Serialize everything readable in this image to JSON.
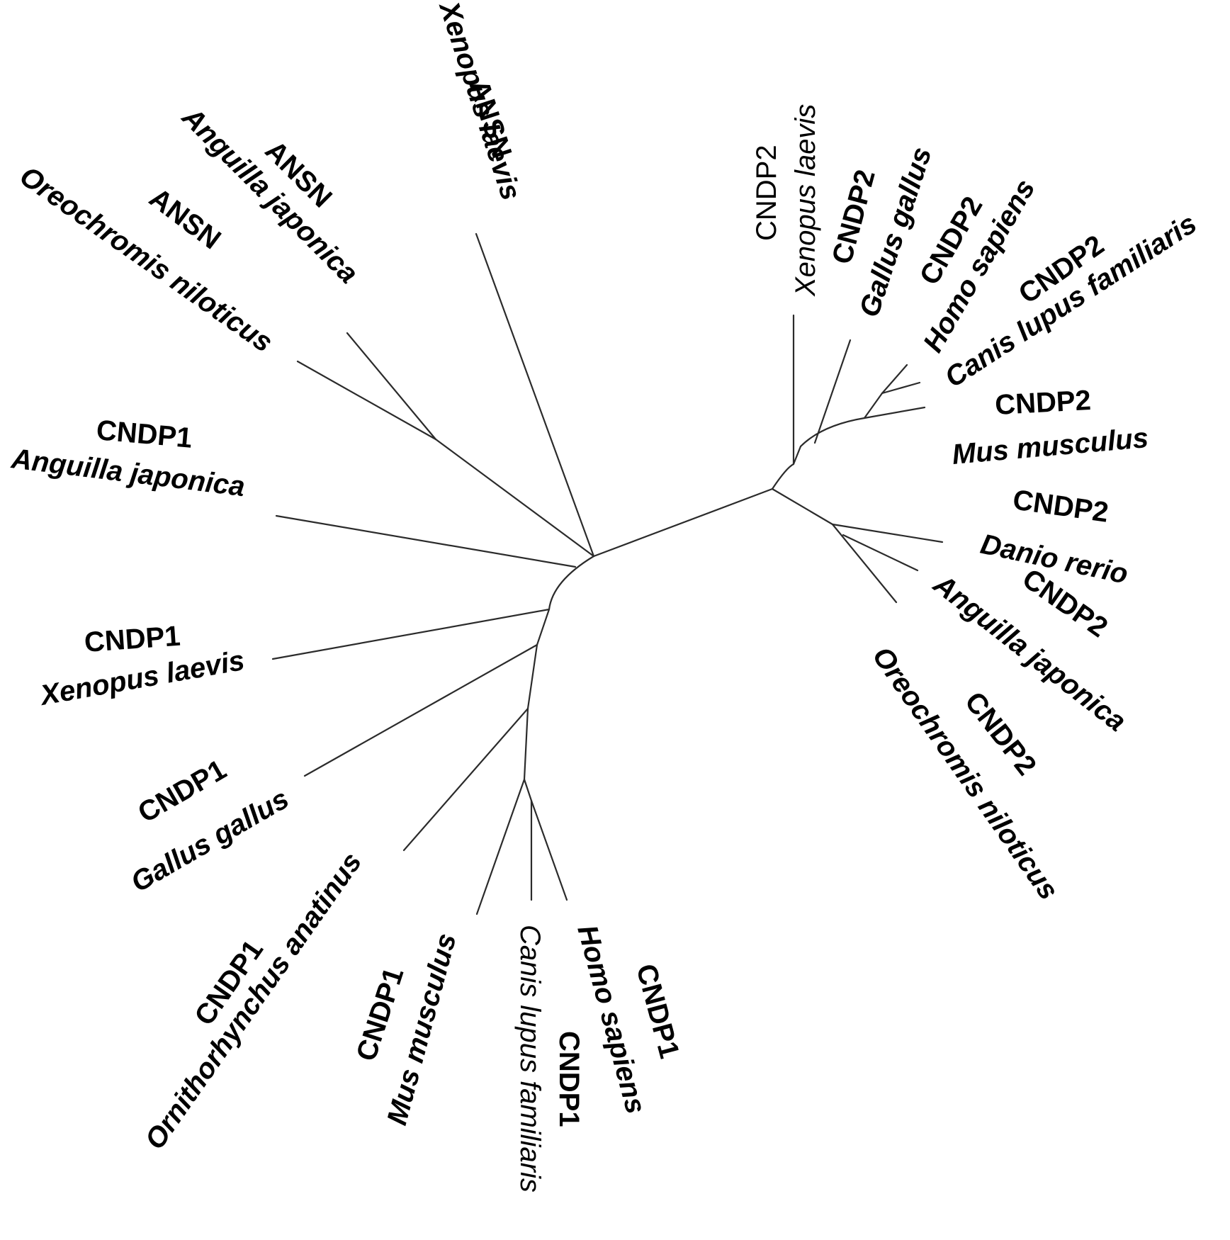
{
  "taxa": [
    {
      "id": "ansn-xenopus",
      "gene": "ANSN",
      "species": "Xenopus laevis"
    },
    {
      "id": "ansn-anguilla",
      "gene": "ANSN",
      "species": "Anguilla japonica"
    },
    {
      "id": "ansn-oreochromis",
      "gene": "ANSN",
      "species": "Oreochromis niloticus"
    },
    {
      "id": "cndp1-anguilla",
      "gene": "CNDP1",
      "species": "Anguilla japonica"
    },
    {
      "id": "cndp1-xenopus",
      "gene": "CNDP1",
      "species": "Xenopus laevis"
    },
    {
      "id": "cndp1-gallus",
      "gene": "CNDP1",
      "species": "Gallus gallus"
    },
    {
      "id": "cndp1-ornithorhynchus",
      "gene": "CNDP1",
      "species": "Ornithorhynchus anatinus"
    },
    {
      "id": "cndp1-mus",
      "gene": "CNDP1",
      "species": "Mus musculus"
    },
    {
      "id": "cndp1-canis",
      "gene": "CNDP1",
      "species": "Canis lupus familiaris"
    },
    {
      "id": "cndp1-homo",
      "gene": "CNDP1",
      "species": "Homo sapiens"
    },
    {
      "id": "cndp2-xenopus",
      "gene": "CNDP2",
      "species": "Xenopus laevis"
    },
    {
      "id": "cndp2-gallus",
      "gene": "CNDP2",
      "species": "Gallus gallus"
    },
    {
      "id": "cndp2-homo",
      "gene": "CNDP2",
      "species": "Homo sapiens"
    },
    {
      "id": "cndp2-canis",
      "gene": "CNDP2",
      "species": "Canis lupus familiaris"
    },
    {
      "id": "cndp2-mus",
      "gene": "CNDP2",
      "species": "Mus musculus"
    },
    {
      "id": "cndp2-danio",
      "gene": "CNDP2",
      "species": "Danio rerio"
    },
    {
      "id": "cndp2-anguilla",
      "gene": "CNDP2",
      "species": "Anguilla japonica"
    },
    {
      "id": "cndp2-oreochromis",
      "gene": "CNDP2",
      "species": "Oreochromis niloticus"
    }
  ]
}
